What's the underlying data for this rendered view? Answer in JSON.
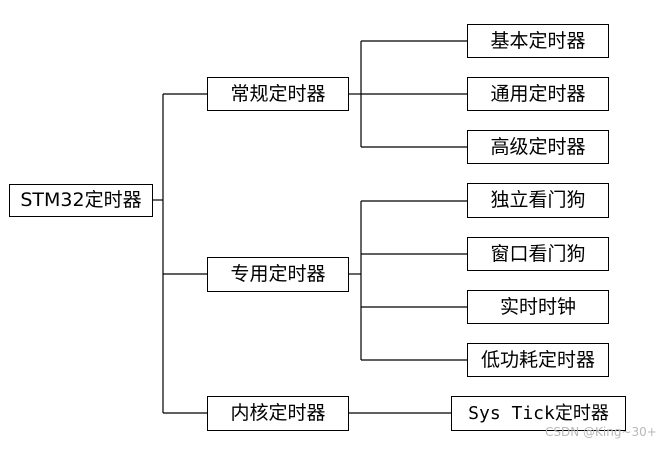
{
  "root": {
    "label": "STM32定时器"
  },
  "groups": [
    {
      "label": "常规定时器",
      "children": [
        "基本定时器",
        "通用定时器",
        "高级定时器"
      ]
    },
    {
      "label": "专用定时器",
      "children": [
        "独立看门狗",
        "窗口看门狗",
        "实时时钟",
        "低功耗定时器"
      ]
    },
    {
      "label": "内核定时器",
      "children": [
        "Sys Tick定时器"
      ]
    }
  ],
  "watermark": "CSDN @King~30+"
}
